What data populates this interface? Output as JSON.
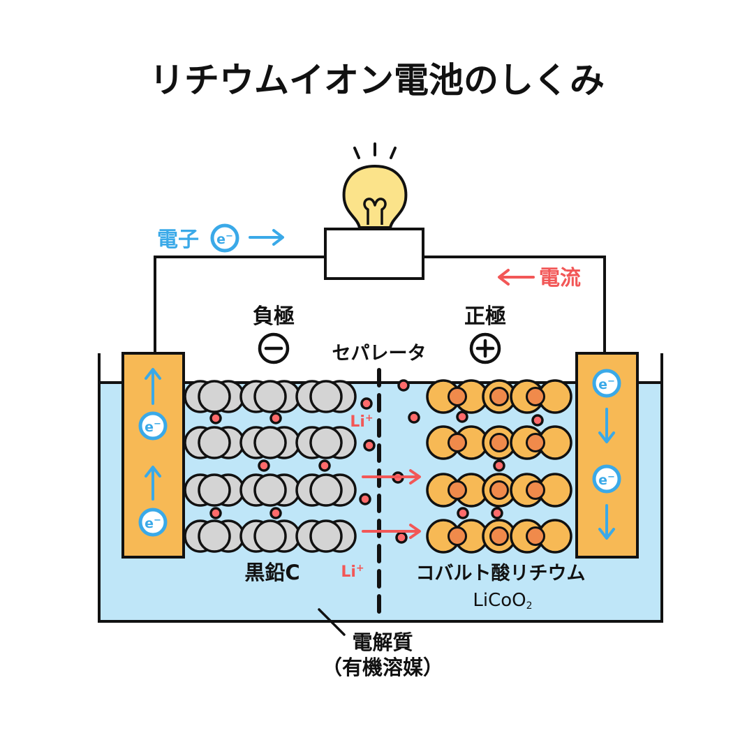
{
  "title": "リチウムイオン電池のしくみ",
  "labels": {
    "electron": "電子",
    "current": "電流",
    "negative_electrode": "負極",
    "positive_electrode": "正極",
    "separator": "セパレータ",
    "graphite": "黒鉛C",
    "cobalt": "コバルト酸リチウム",
    "cobalt_formula": "LiCoO",
    "cobalt_formula_sub": "2",
    "electrolyte": "電解質",
    "electrolyte_sub": "（有機溶媒）",
    "li_ion": "Li",
    "li_sup": "+",
    "e_symbol": "e",
    "e_sup": "−"
  },
  "colors": {
    "outline": "#111111",
    "electrolyte": "#bfe6f8",
    "electrode": "#f7b955",
    "graphite": "#d4d4d4",
    "cobalt_outer": "#f7b955",
    "cobalt_inner": "#f08a4b",
    "li_dot": "#ff6b6b",
    "electron_blue": "#3aa9e8",
    "current_red": "#f25757",
    "bulb": "#fbe38a"
  },
  "icons": {
    "bulb": "light-bulb-icon",
    "minus": "minus-circle-icon",
    "plus": "plus-circle-icon",
    "electron": "electron-icon"
  }
}
